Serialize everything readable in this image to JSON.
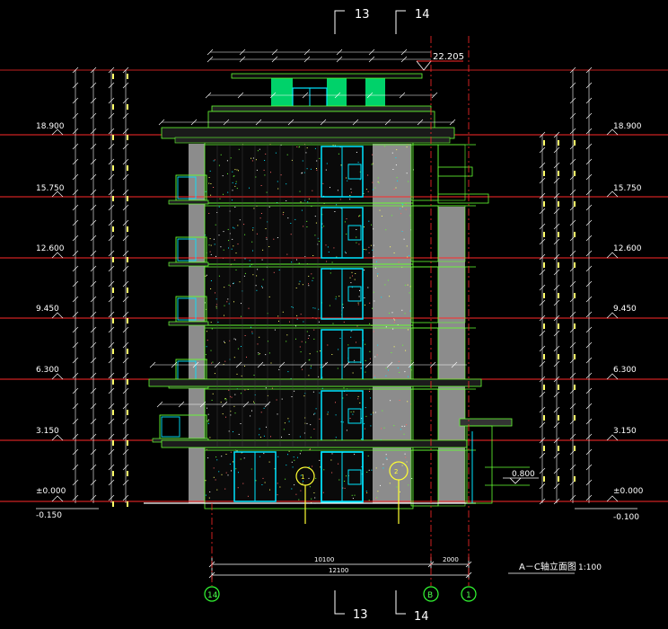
{
  "drawing": {
    "section_marks": [
      "13",
      "14"
    ],
    "top_elevation": "22.205",
    "levels_left": [
      "18.900",
      "15.750",
      "12.600",
      "9.450",
      "6.300",
      "3.150",
      "±0.000",
      "-0.150"
    ],
    "levels_right": [
      "18.900",
      "15.750",
      "12.600",
      "9.450",
      "6.300",
      "3.150",
      "±0.000",
      "-0.100"
    ],
    "canopy_level": "0.800",
    "bottom_dims": [
      "10100",
      "12100",
      "2000"
    ],
    "axis_labels": [
      "14",
      "B",
      "1"
    ],
    "grade_marks": [
      "1",
      "2"
    ],
    "title": "A－C轴立面图",
    "scale": "1:100"
  },
  "colors": {
    "background": "#000000",
    "level_line": "#ff2a2a",
    "wall_edge": "#66ff33",
    "window": "#00e5ff",
    "roof_block": "#00d26a",
    "dim_line": "#ffffff",
    "panel_grey": "#8c8c8c"
  }
}
